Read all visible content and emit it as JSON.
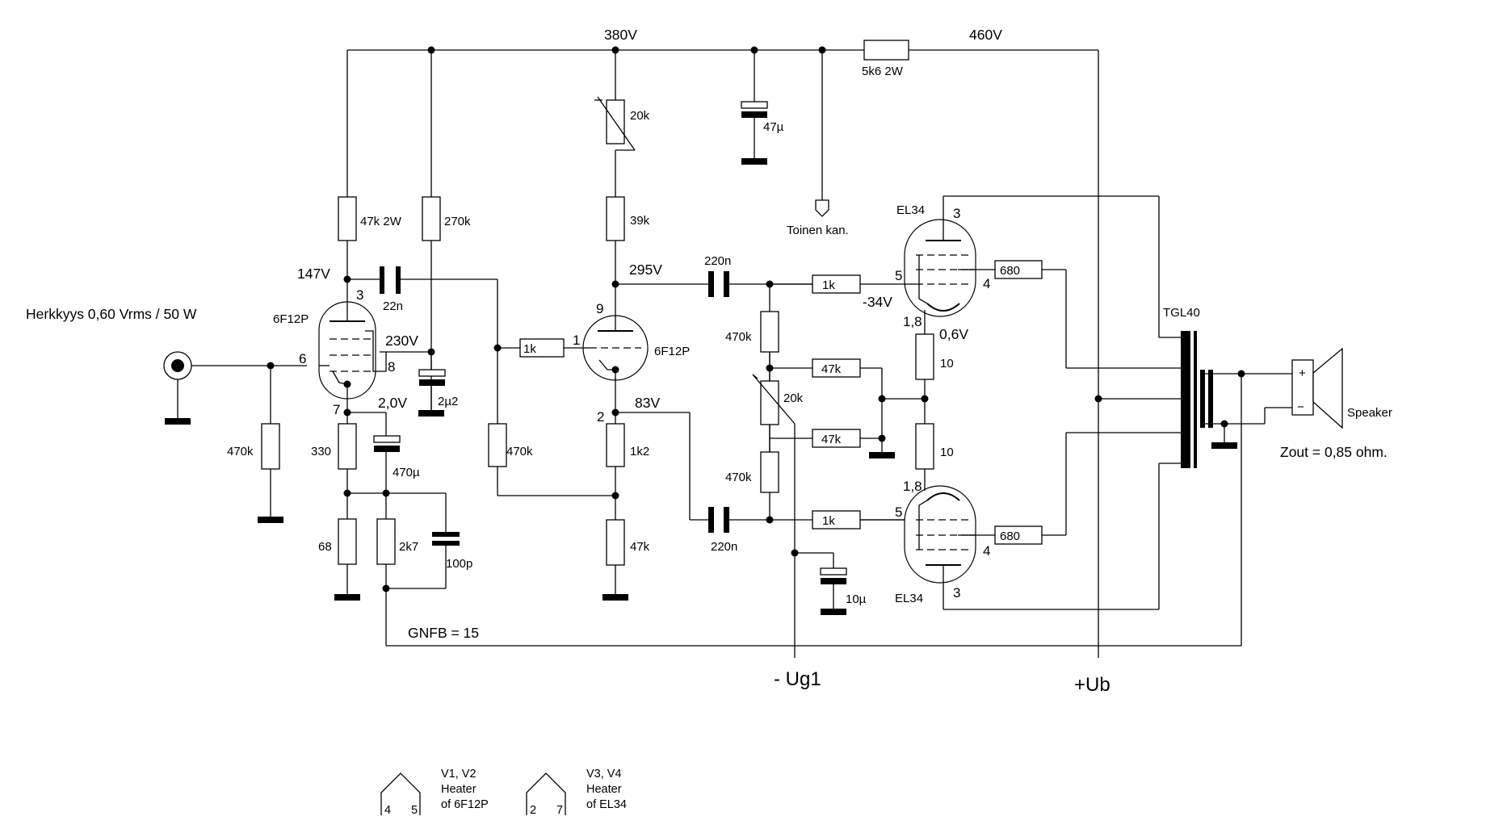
{
  "title": "",
  "notes": {
    "sensitivity": "Herkkyys 0,60 Vrms / 50 W",
    "gnfb": "GNFB = 15",
    "zout": "Zout = 0,85 ohm."
  },
  "voltages": {
    "v380": "380V",
    "v460": "460V",
    "v147": "147V",
    "v230": "230V",
    "v2_0": "2,0V",
    "v295": "295V",
    "v83": "83V",
    "v_neg34": "-34V",
    "v0_6": "0,6V"
  },
  "tubes": {
    "v1": {
      "type": "6F12P",
      "pins": {
        "anode": "3",
        "grid": "6",
        "screen": "8",
        "cathode": "7"
      }
    },
    "v2": {
      "type": "6F12P",
      "pins": {
        "anode": "9",
        "grid": "1",
        "cathode": "2"
      }
    },
    "v3": {
      "type": "EL34",
      "pins": {
        "anode": "3",
        "grid": "5",
        "screen": "4",
        "cathode": "1,8"
      }
    },
    "v4": {
      "type": "EL34",
      "pins": {
        "anode": "3",
        "grid": "5",
        "screen": "4",
        "cathode": "1,8"
      }
    }
  },
  "components": {
    "r_5k6": "5k6 2W",
    "c_47u": "47µ",
    "r_20k_top": "20k",
    "r_39k": "39k",
    "r_47k_2w": "47k 2W",
    "r_270k": "270k",
    "c_22n": "22n",
    "c_2u2": "2µ2",
    "r_470k_in": "470k",
    "r_330": "330",
    "c_470u": "470µ",
    "r_68": "68",
    "r_2k7": "2k7",
    "c_100p": "100p",
    "r_470k_mid": "470k",
    "r_1k_v2": "1k",
    "r_1k2": "1k2",
    "r_47k_v2": "47k",
    "c_220n_top": "220n",
    "c_220n_bot": "220n",
    "r_1k_top": "1k",
    "r_1k_bot": "1k",
    "r_470k_top": "470k",
    "r_470k_bot": "470k",
    "pot_20k_bias": "20k",
    "r_47k_top": "47k",
    "r_47k_bot": "47k",
    "c_10u": "10µ",
    "r_680_top": "680",
    "r_680_bot": "680",
    "r_10_top": "10",
    "r_10_bot": "10",
    "transformer": "TGL40",
    "speaker": "Speaker",
    "spk_plus": "+",
    "spk_minus": "−",
    "other_channel": "Toinen kan."
  },
  "supplies": {
    "neg_ug1": "- Ug1",
    "pos_ub": "+Ub"
  },
  "heaters": [
    {
      "line1": "V1, V2",
      "line2": "Heater",
      "line3": "of 6F12P",
      "pin_a": "4",
      "pin_b": "5"
    },
    {
      "line1": "V3, V4",
      "line2": "Heater",
      "line3": "of EL34",
      "pin_a": "2",
      "pin_b": "7"
    }
  ]
}
